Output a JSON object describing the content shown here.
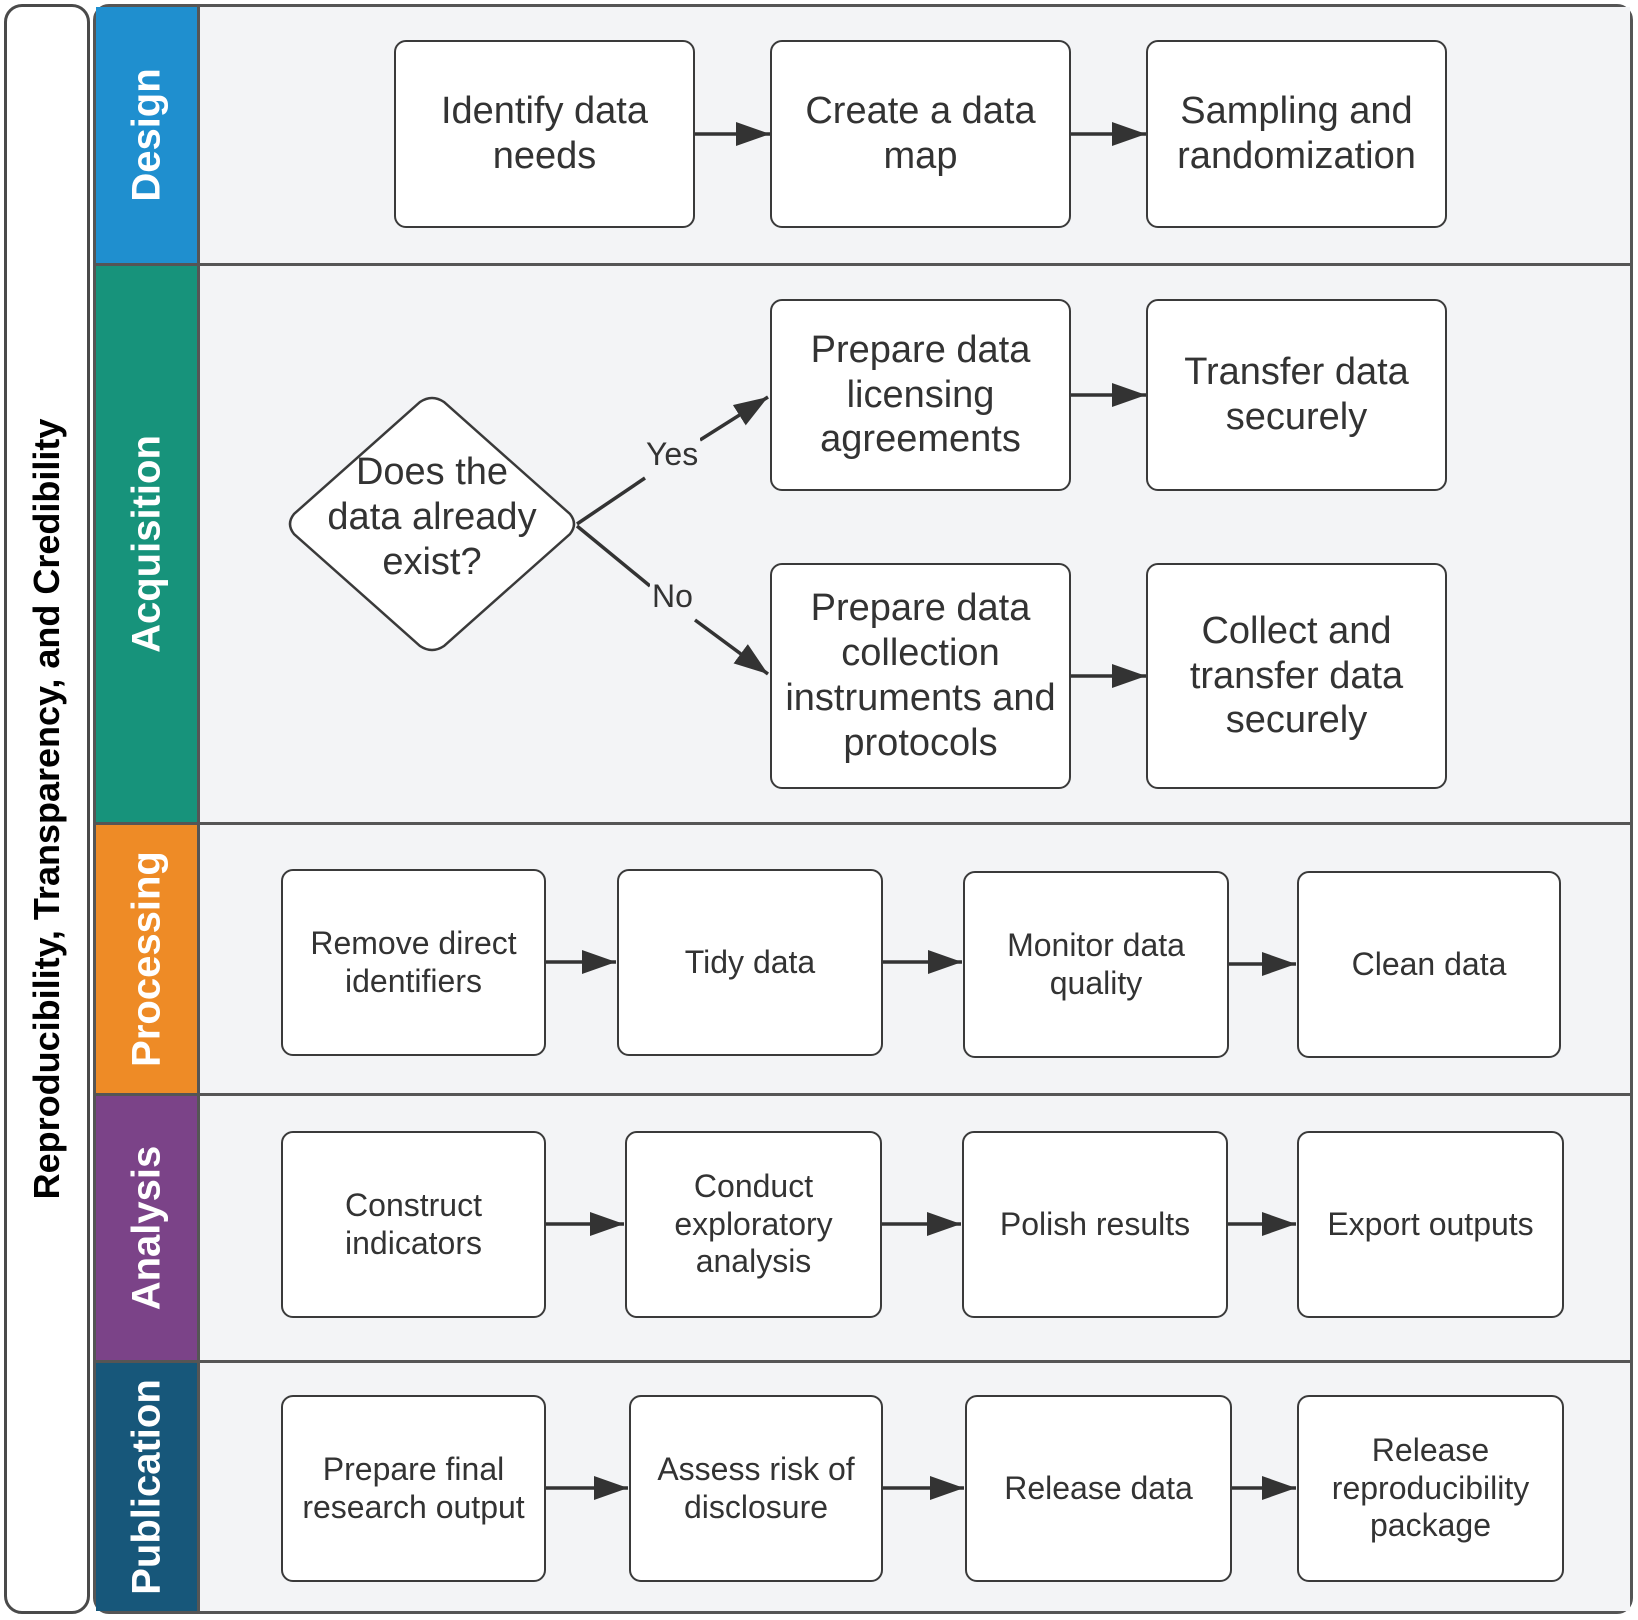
{
  "side_title": "Reproducibility, Transparency, and Credibility",
  "lanes": {
    "design": {
      "label": "Design",
      "color": "#1f8fcf"
    },
    "acquisition": {
      "label": "Acquisition",
      "color": "#17937b"
    },
    "processing": {
      "label": "Processing",
      "color": "#ee8b26"
    },
    "analysis": {
      "label": "Analysis",
      "color": "#7b4388"
    },
    "publication": {
      "label": "Publication",
      "color": "#17577a"
    }
  },
  "design": {
    "identify": "Identify data needs",
    "data_map": "Create a data map",
    "sampling": "Sampling and randomization"
  },
  "acquisition": {
    "decision": "Does the data already exist?",
    "yes_label": "Yes",
    "no_label": "No",
    "licensing": "Prepare data licensing agreements",
    "transfer": "Transfer data securely",
    "instruments": "Prepare data collection instruments and protocols",
    "collect": "Collect and transfer data securely"
  },
  "processing": {
    "remove_ids": "Remove direct identifiers",
    "tidy": "Tidy data",
    "monitor": "Monitor data quality",
    "clean": "Clean data"
  },
  "analysis": {
    "construct": "Construct indicators",
    "exploratory": "Conduct exploratory analysis",
    "polish": "Polish results",
    "export": "Export outputs"
  },
  "publication": {
    "final_output": "Prepare final research output",
    "assess_risk": "Assess risk of disclosure",
    "release_data": "Release data",
    "release_package": "Release reproducibility package"
  }
}
